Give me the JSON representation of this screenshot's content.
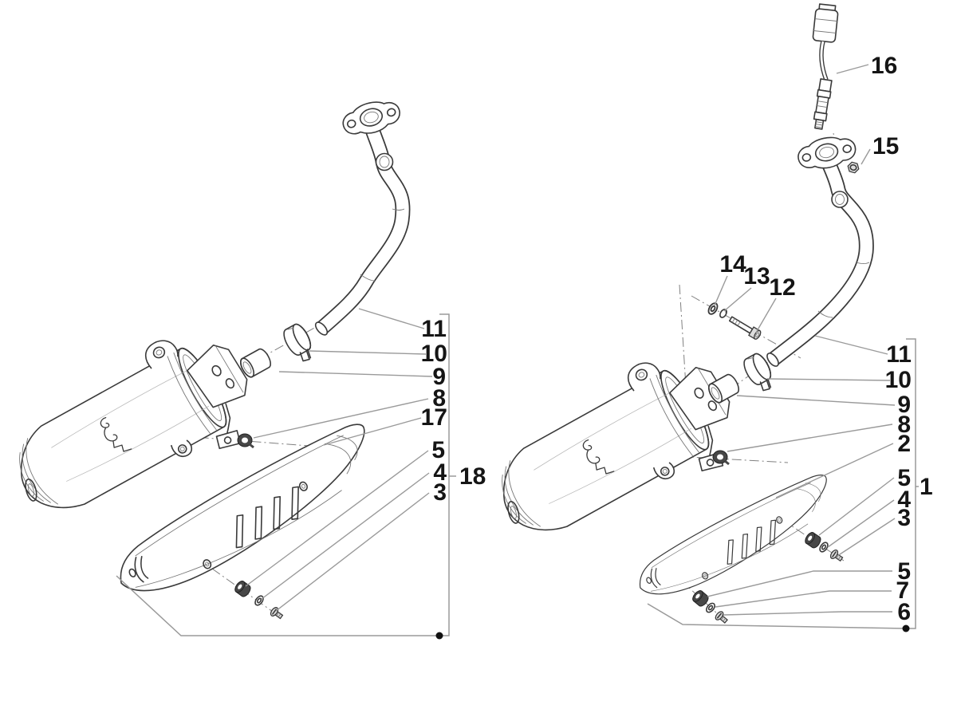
{
  "diagram": {
    "type": "exploded-parts-diagram",
    "background_color": "#ffffff",
    "part_line_color": "#3a3a3a",
    "leader_line_color": "#9a9a9a",
    "label_color": "#151515",
    "left_assembly": {
      "group_callout": "18",
      "callouts": [
        "11",
        "10",
        "9",
        "8",
        "17",
        "5",
        "4",
        "3"
      ]
    },
    "right_assembly": {
      "group_callout": "1",
      "sensor_callout": "16",
      "nut_callout": "15",
      "bolt_callouts": [
        "14",
        "13",
        "12"
      ],
      "callouts": [
        "11",
        "10",
        "9",
        "8",
        "2",
        "5",
        "4",
        "3"
      ],
      "lower_callouts": [
        "5",
        "7",
        "6"
      ]
    }
  }
}
